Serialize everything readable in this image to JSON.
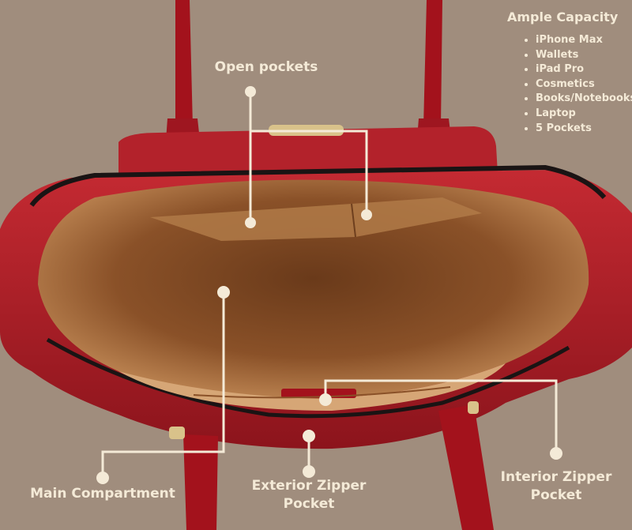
{
  "callouts": {
    "open_pockets": "Open pockets",
    "main_compartment": "Main Compartment",
    "exterior_zipper_line1": "Exterior Zipper",
    "exterior_zipper_line2": "Pocket",
    "interior_zipper_line1": "Interior Zipper",
    "interior_zipper_line2": "Pocket"
  },
  "capacity": {
    "title": "Ample Capacity",
    "items": [
      "iPhone Max",
      "Wallets",
      "iPad Pro",
      "Cosmetics",
      "Books/Notebooks",
      "Laptop",
      "5 Pockets"
    ]
  },
  "colors": {
    "background": "#a08d7d",
    "bag_red": "#b01e28",
    "lining": "#a8683a",
    "callout": "#f4ead7"
  }
}
